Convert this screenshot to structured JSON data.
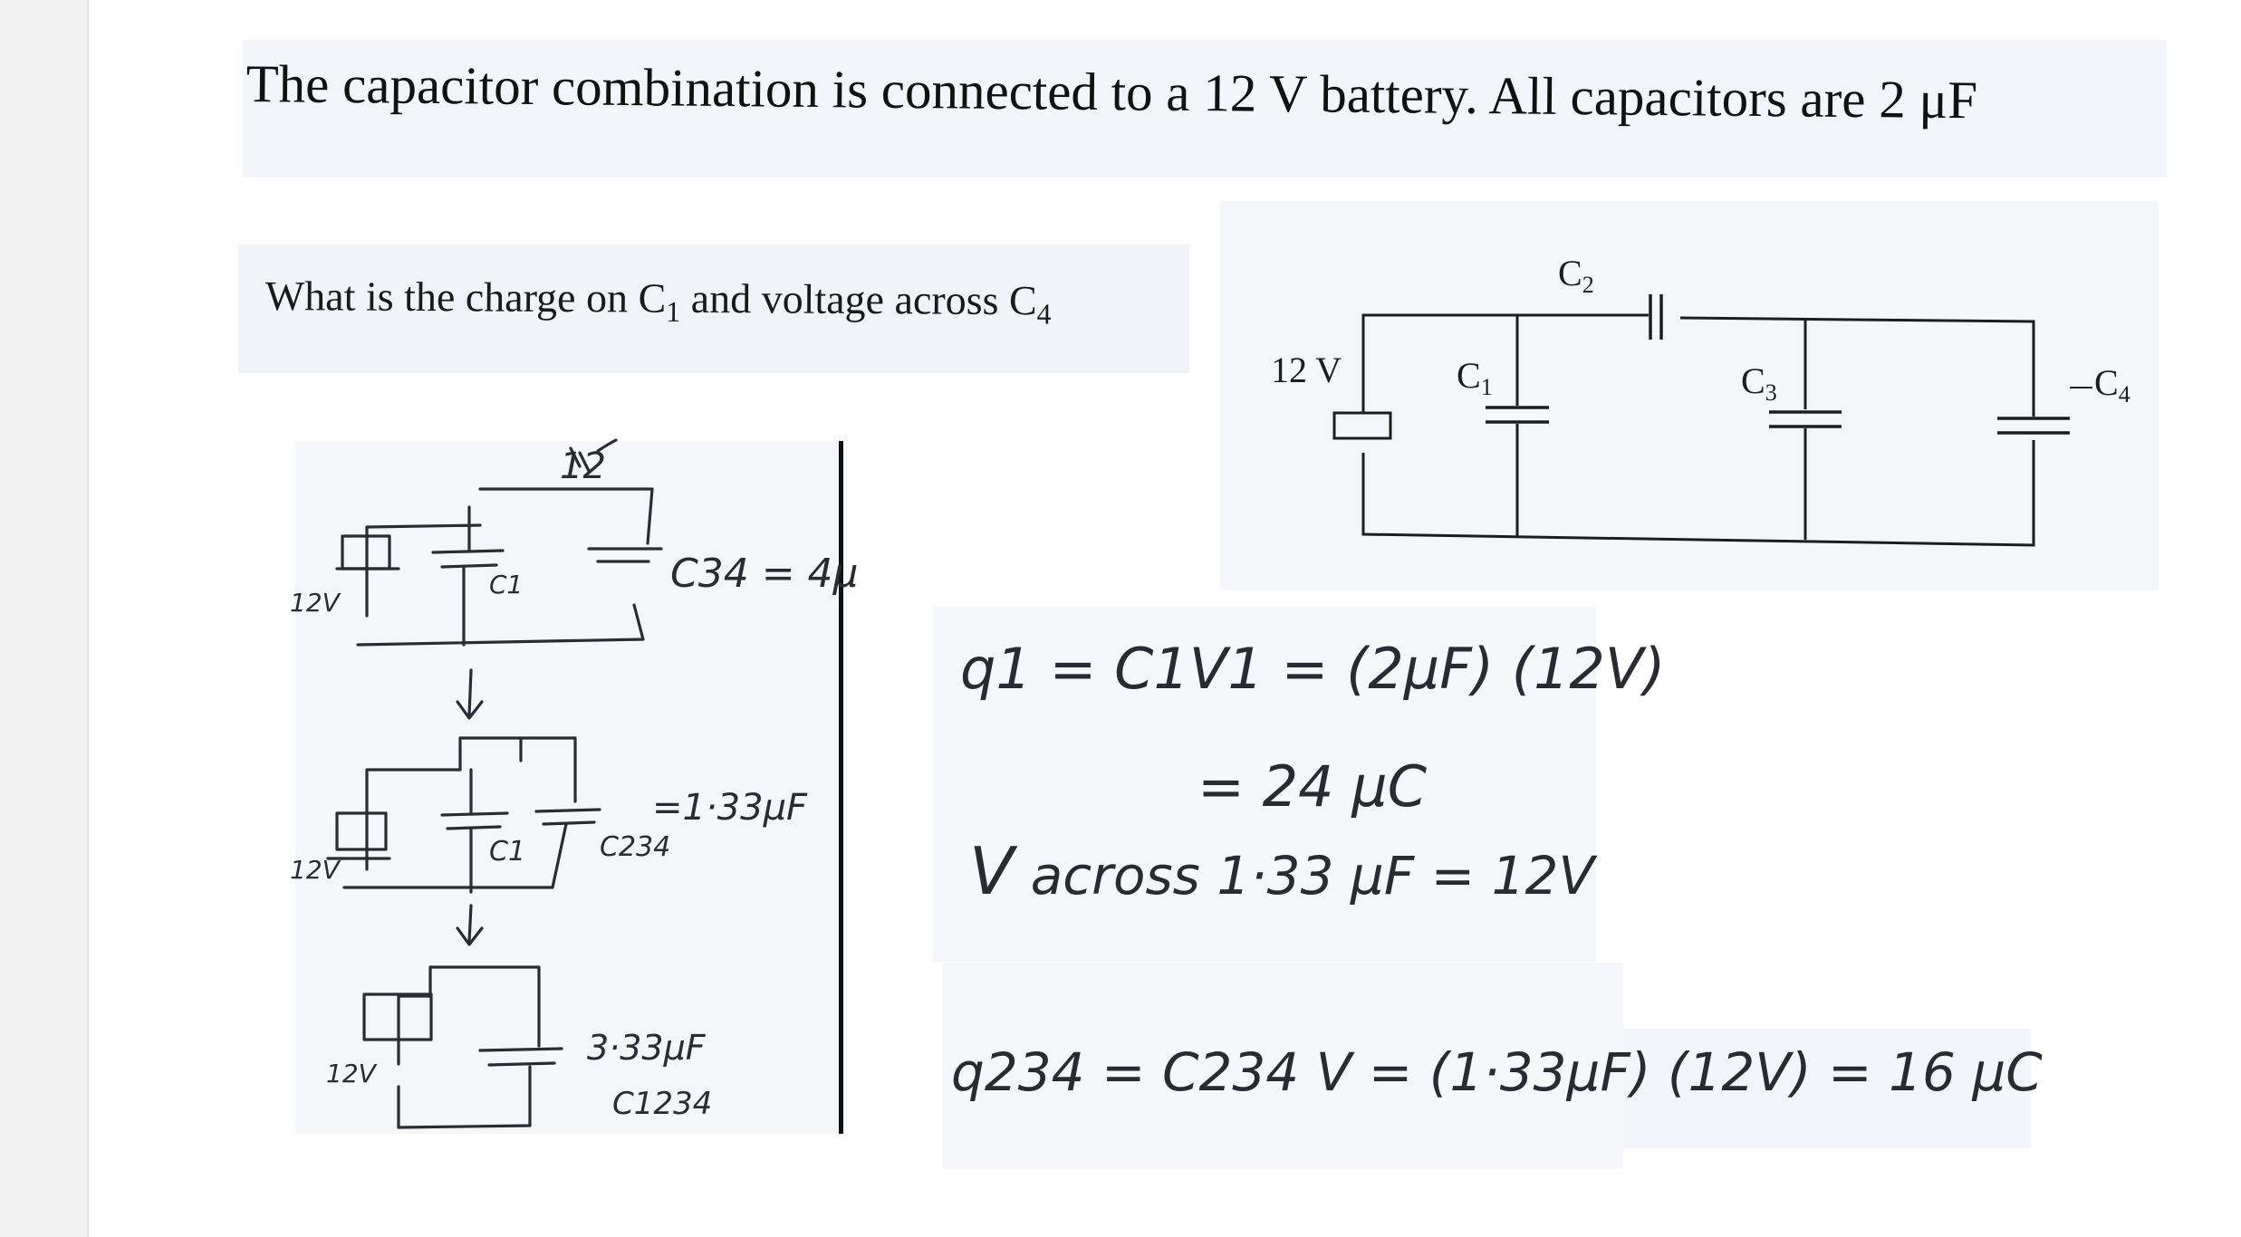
{
  "problem": {
    "statement": "The capacitor combination is connected to a 12 V battery. All capacitors are 2 μF",
    "question": {
      "prefix": "What is the charge on C",
      "c1_sub": "1",
      "middle": " and voltage across C",
      "c4_sub": "4"
    }
  },
  "circuit": {
    "battery_label": "12 V",
    "capacitors": [
      {
        "name": "C",
        "sub": "1"
      },
      {
        "name": "C",
        "sub": "2"
      },
      {
        "name": "C",
        "sub": "3"
      },
      {
        "name": "C",
        "sub": "4"
      }
    ]
  },
  "sketch": {
    "step1": {
      "top_label": "12",
      "source_label": "12V",
      "cap_label": "C1",
      "equiv": "C34 = 4μ"
    },
    "step2": {
      "source_label": "12V",
      "cap_label": "C1",
      "equiv_name": "C234",
      "equiv": "=1·33μF"
    },
    "step3": {
      "source_label": "12V",
      "equiv": "3·33μF",
      "equiv_name": "C1234"
    }
  },
  "solution": {
    "line1": "q1 = C1V1 = (2μF) (12V)",
    "line2": "= 24 μC",
    "line3_v": "V",
    "line3_rest": "across 1·33 μF = 12V",
    "line4": "q234 = C234 V = (1·33μF) (12V) = 16 μC"
  }
}
